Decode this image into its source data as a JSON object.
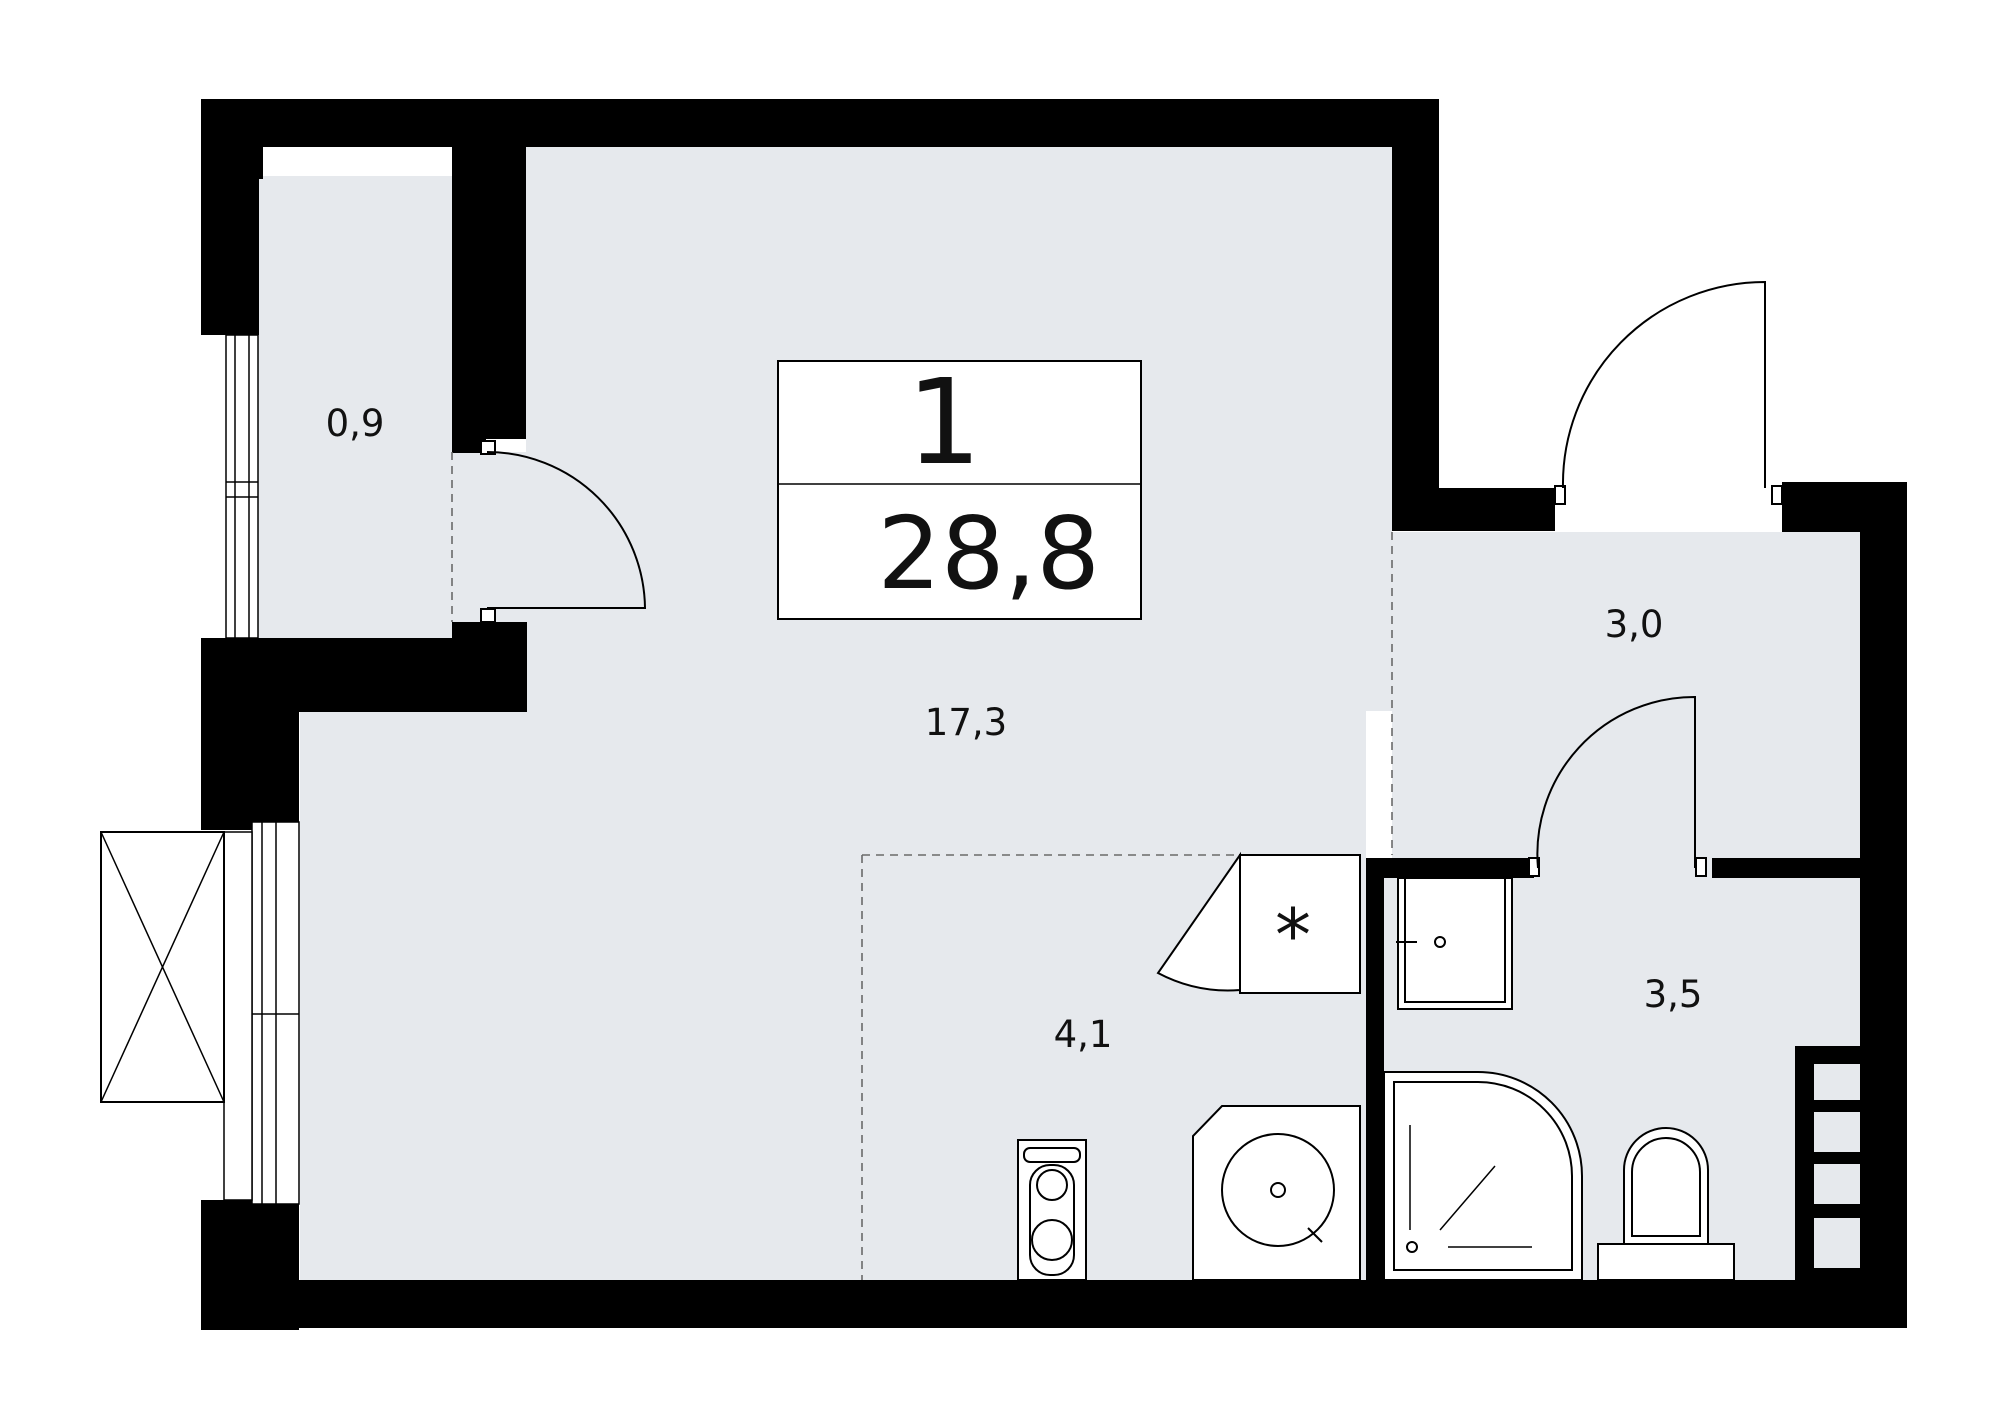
{
  "plan": {
    "rooms_count": "1",
    "total_area": "28,8",
    "areas": {
      "balcony": "0,9",
      "living": "17,3",
      "kitchen": "4,1",
      "hall": "3,0",
      "bathroom": "3,5"
    }
  },
  "colors": {
    "wall": "#000000",
    "floor": "#e6e9ed",
    "background": "#ffffff"
  },
  "icons": [
    "door-swing-icon",
    "window-icon",
    "sink-icon",
    "stove-icon",
    "fridge-icon",
    "shower-icon",
    "toilet-icon",
    "bath-sink-icon",
    "radiator-icon",
    "ventilation-shaft-icon"
  ]
}
